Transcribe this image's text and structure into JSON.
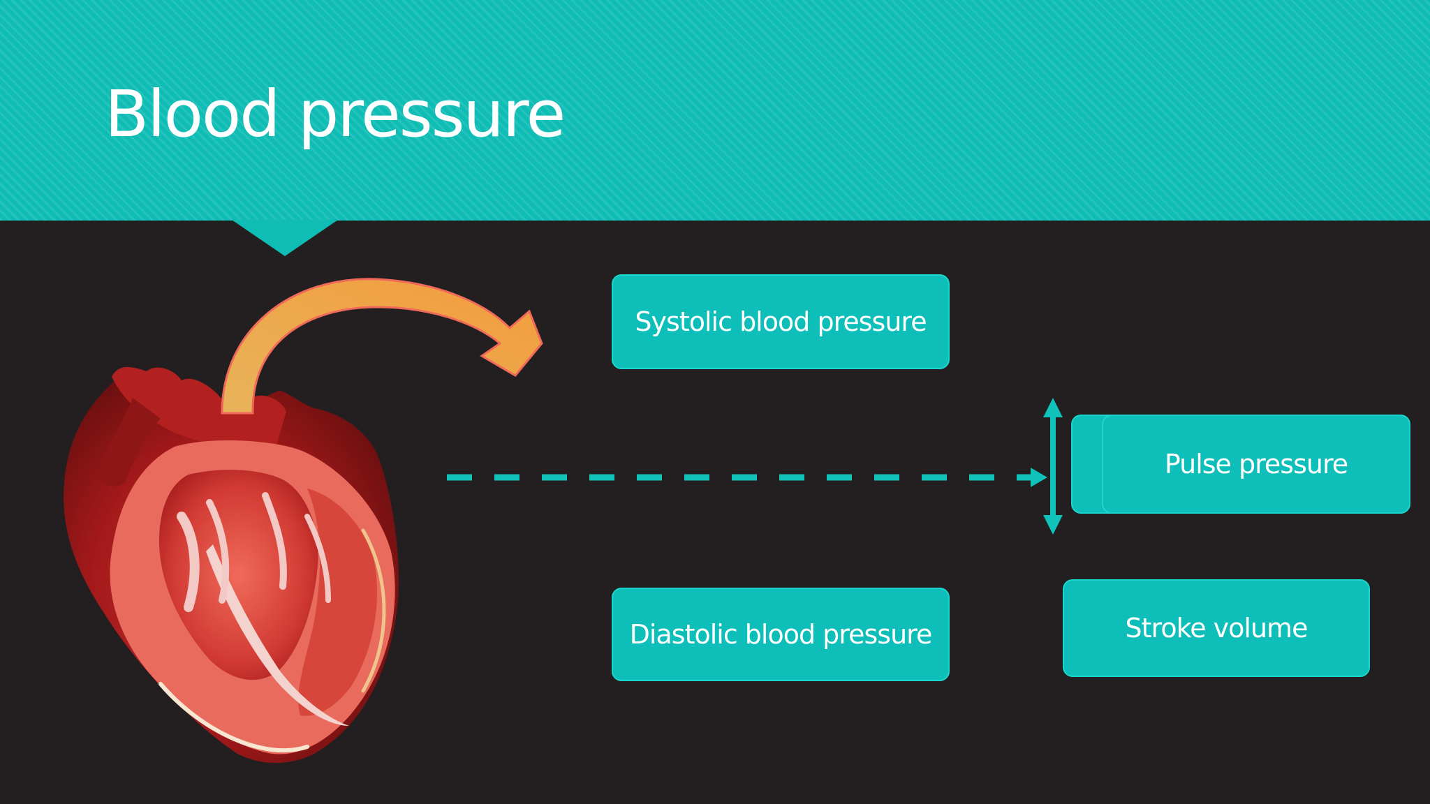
{
  "slide": {
    "title": "Blood pressure",
    "colors": {
      "accent": "#0fbdb5",
      "background": "#231f20",
      "arrow_curve": "#f0a94a",
      "text": "#ffffff"
    }
  },
  "boxes": {
    "systolic": "Systolic blood pressure",
    "pulse": "Pulse pressure",
    "diastolic": "Diastolic blood pressure",
    "stroke": "Stroke volume"
  },
  "image": {
    "icon": "heart-cross-section-illustration"
  }
}
